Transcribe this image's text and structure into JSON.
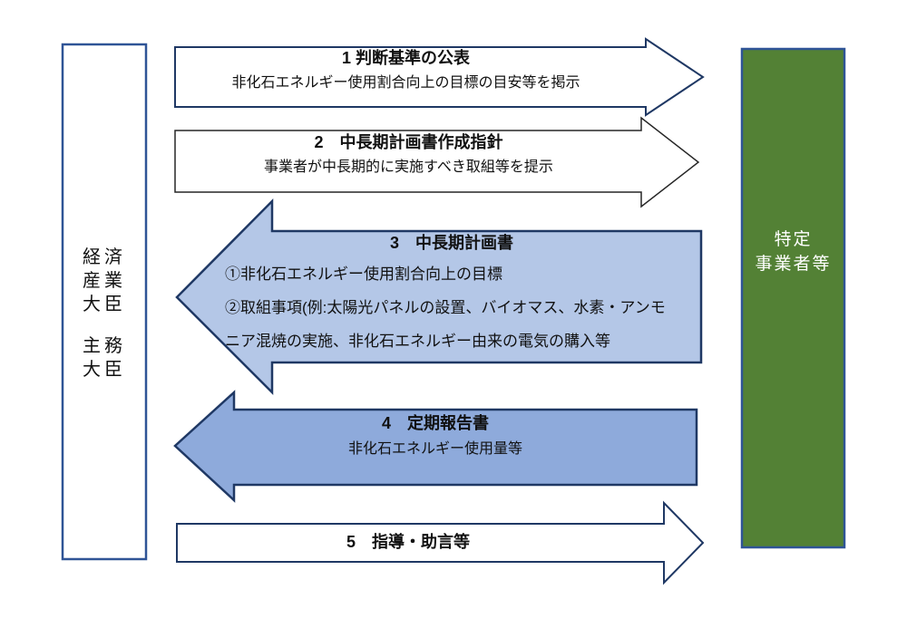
{
  "page": {
    "background": "#ffffff"
  },
  "left_box": {
    "fill": "#ffffff",
    "border": "#2f5496",
    "text_color": "#111111",
    "lines": [
      "経済",
      "産業",
      "大臣",
      "主務",
      "大臣"
    ]
  },
  "right_box": {
    "fill": "#538135",
    "border": "#2f5496",
    "text_color": "#ffffff",
    "lines": [
      "特定",
      "事業者等"
    ]
  },
  "arrows": [
    {
      "title": "1 判断基準の公表",
      "subtitle": "非化石エネルギー使用割合向上の目標の目安等を掲示",
      "direction": "right",
      "fill": "#ffffff",
      "border": "#1f3864"
    },
    {
      "title": "2　中長期計画書作成指針",
      "subtitle": "事業者が中長期的に実施すべき取組等を提示",
      "direction": "right",
      "fill": "#ffffff",
      "border": "#262626"
    },
    {
      "title": "3　中長期計画書",
      "lines": [
        "①非化石エネルギー使用割合向上の目標",
        "②取組事項(例:太陽光パネルの設置、バイオマス、水素・アンモ",
        "ニア混焼の実施、非化石エネルギー由来の電気の購入等"
      ],
      "direction": "left",
      "fill": "#b4c7e7",
      "border": "#1f3864"
    },
    {
      "title": "4　定期報告書",
      "subtitle": "非化石エネルギー使用量等",
      "direction": "left",
      "fill": "#8eaadb",
      "border": "#1f3864"
    },
    {
      "title": "5　指導・助言等",
      "direction": "right",
      "fill": "#ffffff",
      "border": "#1f3864"
    }
  ]
}
